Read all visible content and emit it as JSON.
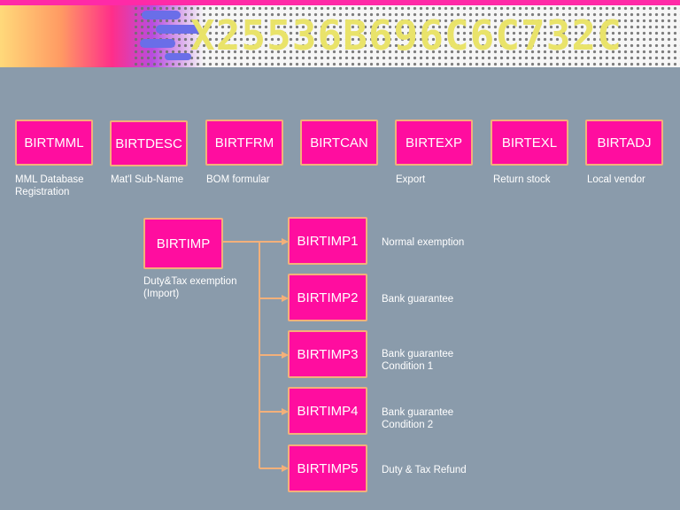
{
  "banner": {
    "hex_text": "X25536B696C6C732C"
  },
  "colors": {
    "node_fill": "#ff0d9f",
    "node_border": "#f3b07a",
    "connector": "#f3b07a",
    "background": "#8a9bab",
    "accent": "#ff2aa7"
  },
  "top_row": [
    {
      "label": "BIRTMML",
      "caption": "MML Database\nRegistration"
    },
    {
      "label": "BIRTDESC",
      "caption": "Mat'l Sub-Name"
    },
    {
      "label": "BIRTFRM",
      "caption": "BOM formular"
    },
    {
      "label": "BIRTCAN",
      "caption": ""
    },
    {
      "label": "BIRTEXP",
      "caption": "Export"
    },
    {
      "label": "BIRTEXL",
      "caption": "Return stock"
    },
    {
      "label": "BIRTADJ",
      "caption": "Local vendor"
    }
  ],
  "parent": {
    "label": "BIRTIMP",
    "caption": "Duty&Tax exemption\n(Import)"
  },
  "children": [
    {
      "label": "BIRTIMP1",
      "caption": "Normal exemption"
    },
    {
      "label": "BIRTIMP2",
      "caption": "Bank guarantee"
    },
    {
      "label": "BIRTIMP3",
      "caption": "Bank guarantee\nCondition 1"
    },
    {
      "label": "BIRTIMP4",
      "caption": "Bank guarantee\nCondition 2"
    },
    {
      "label": "BIRTIMP5",
      "caption": "Duty & Tax Refund"
    }
  ]
}
